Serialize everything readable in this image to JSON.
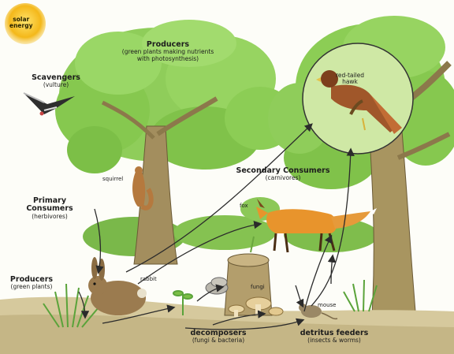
{
  "solar": {
    "line1": "solar",
    "line2": "energy"
  },
  "producers_top": {
    "title": "Producers",
    "sub1": "(green plants making nutrients",
    "sub2": "with photosynthesis)"
  },
  "scavengers": {
    "title": "Scavengers",
    "sub": "(vulture)"
  },
  "hawk": {
    "line1": "red-tailed",
    "line2": "hawk"
  },
  "squirrel": "squirrel",
  "secondary": {
    "title": "Secondary Consumers",
    "sub": "(carnivores)"
  },
  "primary": {
    "line1": "Primary",
    "line2": "Consumers",
    "sub": "(herbivores)"
  },
  "fox": "fox",
  "producers_bottom": {
    "title": "Producers",
    "sub": "(green plants)"
  },
  "rabbit": "rabbit",
  "fungi": "fungi",
  "mouse": "mouse",
  "decomposers": {
    "title": "decomposers",
    "sub": "(fungi & bacteria)"
  },
  "detritus": {
    "title": "detritus feeders",
    "sub": "(insects & worms)"
  },
  "colors": {
    "leaf": "#7cc24a",
    "leaf_dark": "#5da334",
    "bark": "#9a8658",
    "sun": "#f2b81b",
    "fox": "#e8942c",
    "hawk": "#a0572a"
  }
}
